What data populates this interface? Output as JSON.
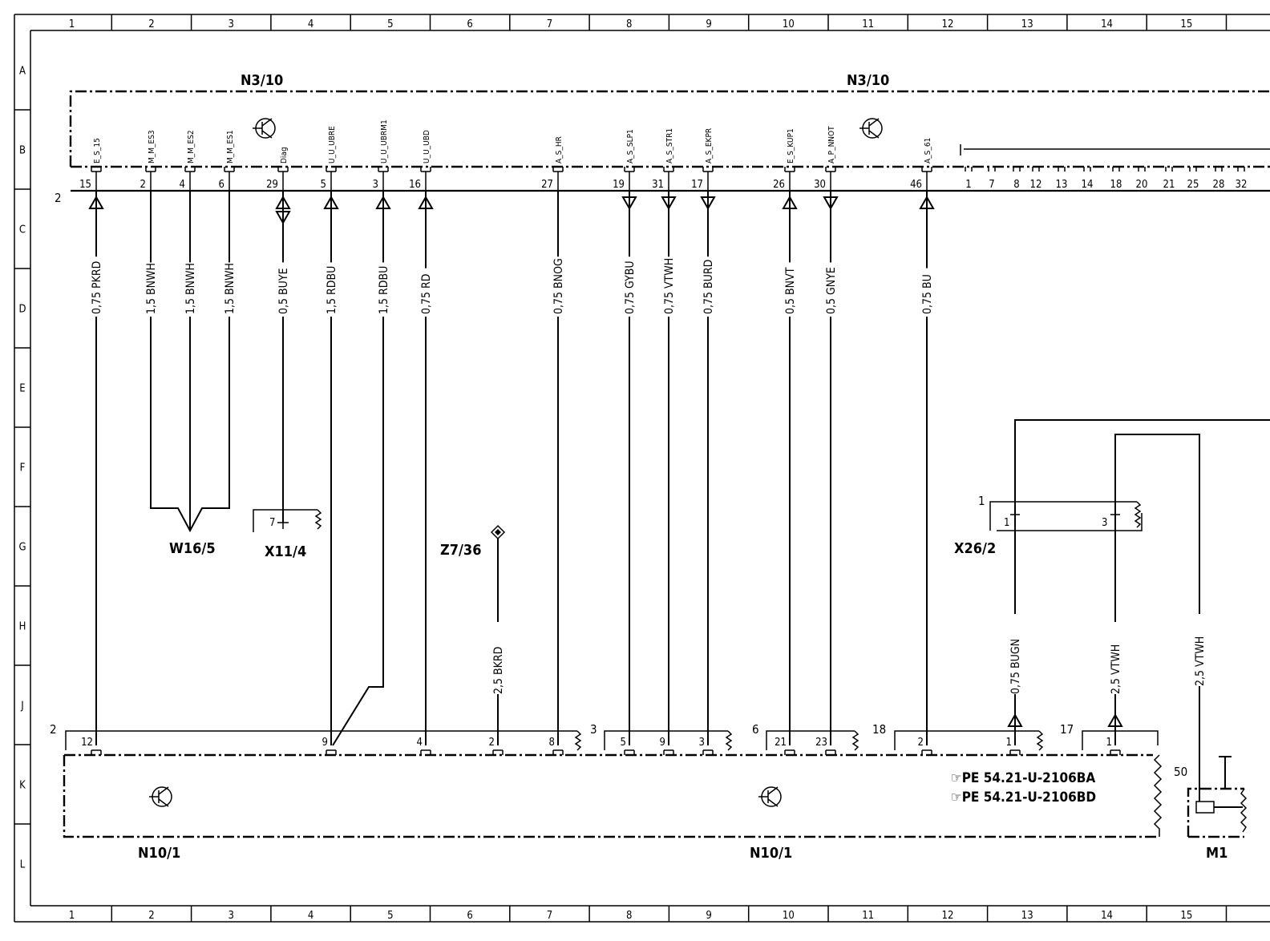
{
  "columns": [
    "1",
    "2",
    "3",
    "4",
    "5",
    "6",
    "7",
    "8",
    "9",
    "10",
    "11",
    "12",
    "13",
    "14",
    "15"
  ],
  "rows": [
    "A",
    "B",
    "C",
    "D",
    "E",
    "F",
    "G",
    "H",
    "J",
    "K",
    "L"
  ],
  "components": {
    "n3_10_left": "N3/10",
    "n3_10_right": "N3/10",
    "n10_1_left": "N10/1",
    "n10_1_right": "N10/1",
    "w16_5": "W16/5",
    "x11_4": "X11/4",
    "z7_36": "Z7/36",
    "x26_2": "X26/2",
    "m1": "M1"
  },
  "connector_numbers": {
    "top_bar": "2",
    "bottom_left": "2",
    "bottom_3": "3",
    "bottom_6": "6",
    "bottom_18": "18",
    "bottom_17": "17",
    "x26_label": "1",
    "m1_pin": "50"
  },
  "top_pins": [
    {
      "num": "15",
      "signal": "E_S_15",
      "wire": "0,75 PKRD"
    },
    {
      "num": "2",
      "signal": "M_M_ES3",
      "wire": "1,5 BNWH"
    },
    {
      "num": "4",
      "signal": "M_M_ES2",
      "wire": "1,5 BNWH"
    },
    {
      "num": "6",
      "signal": "M_M_ES1",
      "wire": "1,5 BNWH"
    },
    {
      "num": "29",
      "signal": "Diag",
      "wire": "0,5 BUYE"
    },
    {
      "num": "5",
      "signal": "U_U_UBRE",
      "wire": "1,5 RDBU"
    },
    {
      "num": "3",
      "signal": "U_U_UBRM1",
      "wire": "1,5 RDBU"
    },
    {
      "num": "16",
      "signal": "U_U_UBD",
      "wire": "0,75 RD"
    },
    {
      "num": "27",
      "signal": "A_S_HR",
      "wire": "0,75 BNOG"
    },
    {
      "num": "19",
      "signal": "A_S_SLP1",
      "wire": "0,75 GYBU"
    },
    {
      "num": "31",
      "signal": "A_S_STR1",
      "wire": "0,75 VTWH"
    },
    {
      "num": "17",
      "signal": "A_S_EKPR",
      "wire": "0,75 BURD"
    },
    {
      "num": "26",
      "signal": "E_S_KUP1",
      "wire": "0,5 BNVT"
    },
    {
      "num": "30",
      "signal": "A_P_NNOT",
      "wire": "0,5 GNYE"
    },
    {
      "num": "46",
      "signal": "A_S_61",
      "wire": "0,75 BU"
    }
  ],
  "unused_pins": [
    "1",
    "7",
    "8",
    "12",
    "13",
    "14",
    "18",
    "20",
    "21",
    "25",
    "28",
    "32"
  ],
  "x11_pin": "7",
  "x26_pins": [
    "1",
    "3"
  ],
  "bottom_pins": {
    "c2": [
      "12",
      "9",
      "4",
      "2",
      "8"
    ],
    "c3": [
      "5",
      "9",
      "3"
    ],
    "c6": [
      "21",
      "23"
    ],
    "c18": [
      "2",
      "1"
    ],
    "c17": [
      "1"
    ]
  },
  "right_wires": {
    "z7": "2,5 BKRD",
    "bugn": "0,75 BUGN",
    "vtwh1": "2,5 VTWH",
    "vtwh2": "2,5 VTWH"
  },
  "references": [
    "☞PE  54.21-U-2106BA",
    "☞PE  54.21-U-2106BD"
  ]
}
